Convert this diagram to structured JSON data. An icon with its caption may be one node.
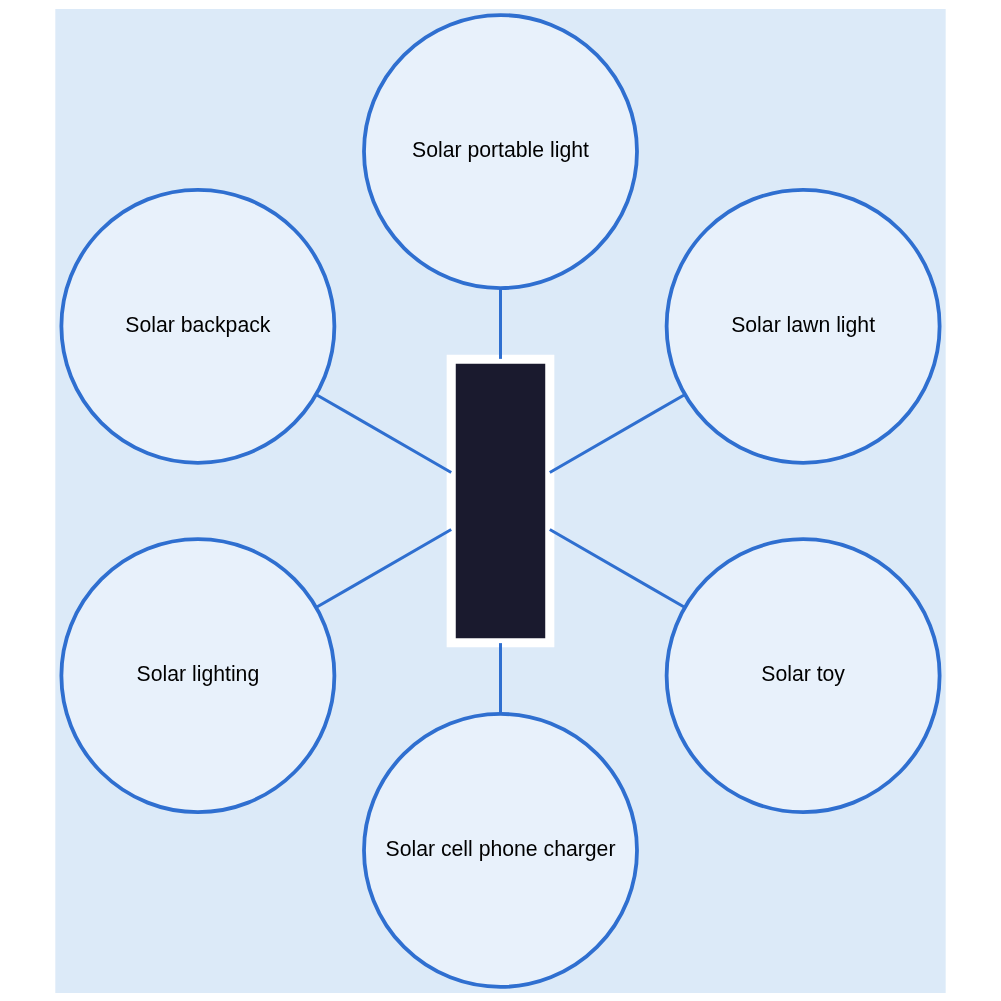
{
  "diagram": {
    "nodes": [
      {
        "text": [],
        "shape": "box"
      },
      {
        "text": [
          "Solar lawn light"
        ]
      },
      {
        "text": [
          "Solar portable light"
        ]
      },
      {
        "text": [
          "Solar backpack"
        ]
      },
      {
        "text": [
          "Solar lighting"
        ]
      },
      {
        "text": [
          "Solar cell phone charger"
        ]
      },
      {
        "text": [
          "Solar toy"
        ]
      }
    ],
    "edges": [
      {
        "from": 0,
        "to": 1,
        "arrow": "none"
      },
      {
        "from": 0,
        "to": 2,
        "arrow": "none"
      },
      {
        "from": 0,
        "to": 3,
        "arrow": "none"
      },
      {
        "from": 0,
        "to": 4,
        "arrow": "none"
      },
      {
        "from": 0,
        "to": 5,
        "arrow": "none"
      },
      {
        "from": 0,
        "to": 6,
        "arrow": "none"
      }
    ]
  }
}
